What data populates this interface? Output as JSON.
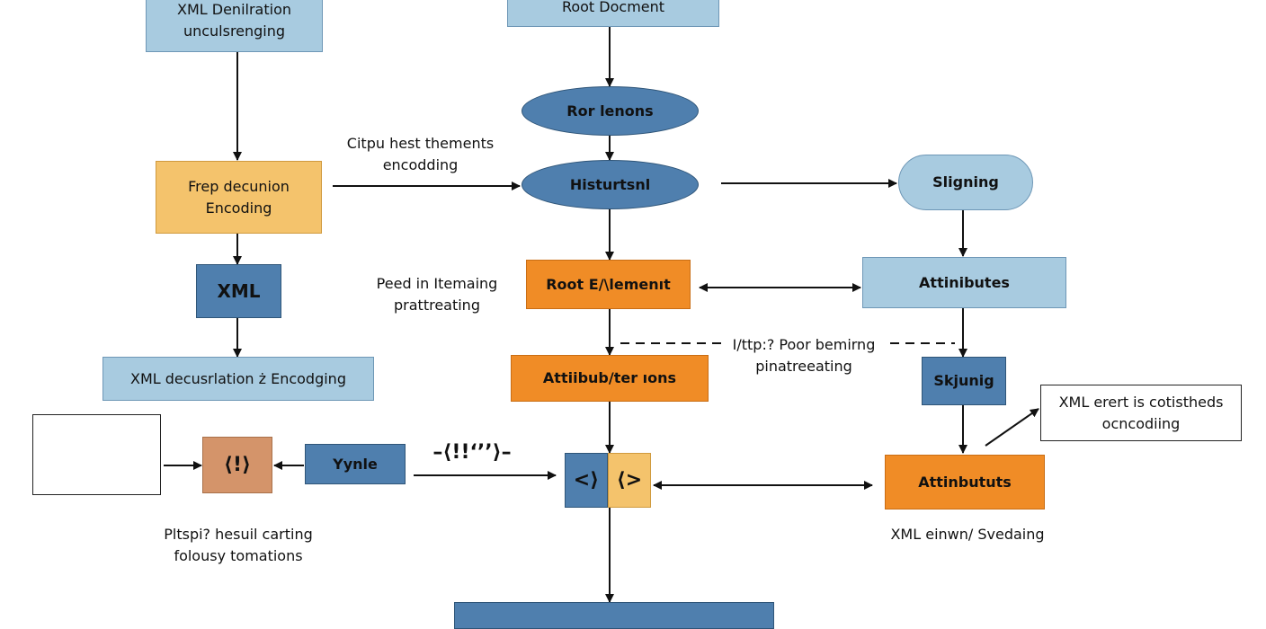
{
  "diagram": {
    "colors": {
      "light_blue": "#a8cbe0",
      "dark_blue": "#4f7fae",
      "yellow": "#f4c36c",
      "orange": "#f08c26",
      "tan": "#d4946a",
      "line": "#111111"
    },
    "nodes": {
      "xml_declaration": {
        "line1": "XML Denilration",
        "line2": "unculsrenging"
      },
      "root_document": {
        "label": "Root Docment"
      },
      "root_ellipse": {
        "label": "Ror lenons"
      },
      "historical_ellipse": {
        "label": "Histurtsnl"
      },
      "signing": {
        "label": "Sligning"
      },
      "prep_encoding": {
        "line1": "Frep decunion",
        "line2": "Encoding"
      },
      "xml": {
        "label": "XML"
      },
      "xml_declaration_encoding": {
        "label": "XML decusrlation ż Encodging"
      },
      "root_element": {
        "label": "Root E/\\lemenıt"
      },
      "attributes_top": {
        "label": "Attinibutes"
      },
      "attributes_mid": {
        "label": "Attiibub/ter ıons"
      },
      "skjunig": {
        "label": "Skjunig"
      },
      "xml_note": {
        "line1": "XML erert is cotistheds",
        "line2": "ocncodiing"
      },
      "empty_box": {
        "label": ""
      },
      "bang_tag": {
        "label": "⟨!⟩"
      },
      "yynle": {
        "label": "Yynle"
      },
      "tag_left": {
        "label": "<⟩"
      },
      "tag_right": {
        "label": "⟨>"
      },
      "attributs_bottom": {
        "label": "Attinbututs"
      },
      "bottom_bar": {
        "label": ""
      }
    },
    "labels": {
      "output_encoding": {
        "line1": "Citpu hest thements",
        "line2": "encodding"
      },
      "peed_processing": {
        "line1": "Peed in Itemaing",
        "line2": "prattreating"
      },
      "poor_processing": {
        "line1": "I/ttp:? Poor bemirng",
        "line2": "pinatreeating"
      },
      "edge_symbol": {
        "label": "–⟨!!‘’’⟩–"
      },
      "plus_caption": {
        "line1": "Pltspi? hesuil carting",
        "line2": "folousy tomations"
      },
      "xml_saving": {
        "label": "XML einwn/ Svedaing"
      }
    }
  }
}
